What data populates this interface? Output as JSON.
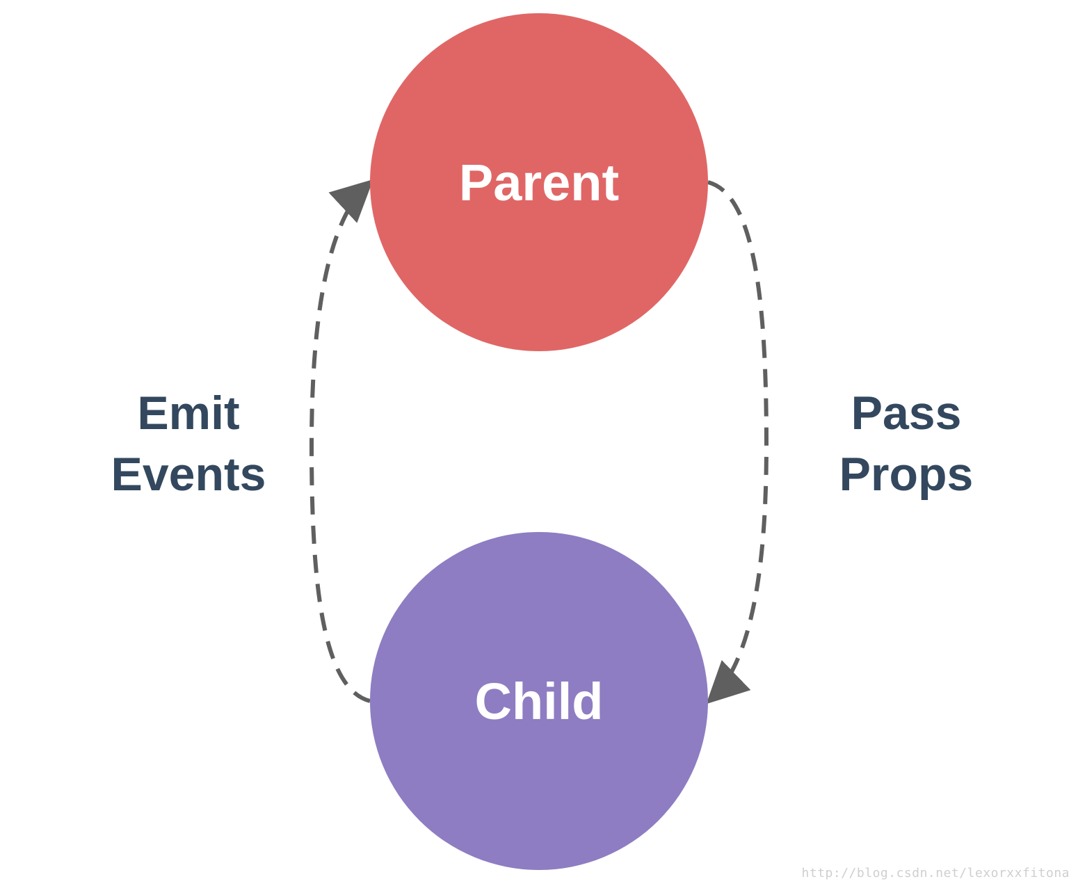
{
  "colors": {
    "parent_fill": "#e06666",
    "child_fill": "#8e7dc2",
    "arrow": "#5f5f5f",
    "edge_label": "#33485e",
    "node_label": "#ffffff"
  },
  "nodes": {
    "parent": {
      "label": "Parent"
    },
    "child": {
      "label": "Child"
    }
  },
  "edges": {
    "emit": {
      "line1": "Emit",
      "line2": "Events"
    },
    "pass": {
      "line1": "Pass",
      "line2": "Props"
    }
  },
  "watermark": "http://blog.csdn.net/lexorxxfitona"
}
